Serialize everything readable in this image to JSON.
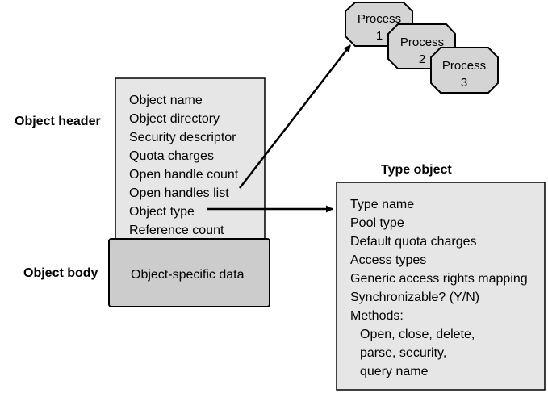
{
  "object_header": {
    "label": "Object header",
    "fields": [
      "Object name",
      "Object directory",
      "Security descriptor",
      "Quota charges",
      "Open handle count",
      "Open handles list",
      "Object type",
      "Reference count"
    ]
  },
  "object_body": {
    "label": "Object body",
    "content": "Object-specific data"
  },
  "type_object": {
    "title": "Type object",
    "fields": [
      "Type name",
      "Pool type",
      "Default quota charges",
      "Access types",
      "Generic access rights mapping",
      "Synchronizable? (Y/N)",
      "Methods:",
      "Open, close, delete,",
      "parse, security,",
      "query name"
    ]
  },
  "processes": [
    {
      "line1": "Process",
      "line2": "1"
    },
    {
      "line1": "Process",
      "line2": "2"
    },
    {
      "line1": "Process",
      "line2": "3"
    }
  ],
  "colors": {
    "box_fill": "#e6e6e6",
    "body_fill": "#cccccc",
    "process_fill": "#d4d4d4",
    "stroke": "#000000"
  }
}
